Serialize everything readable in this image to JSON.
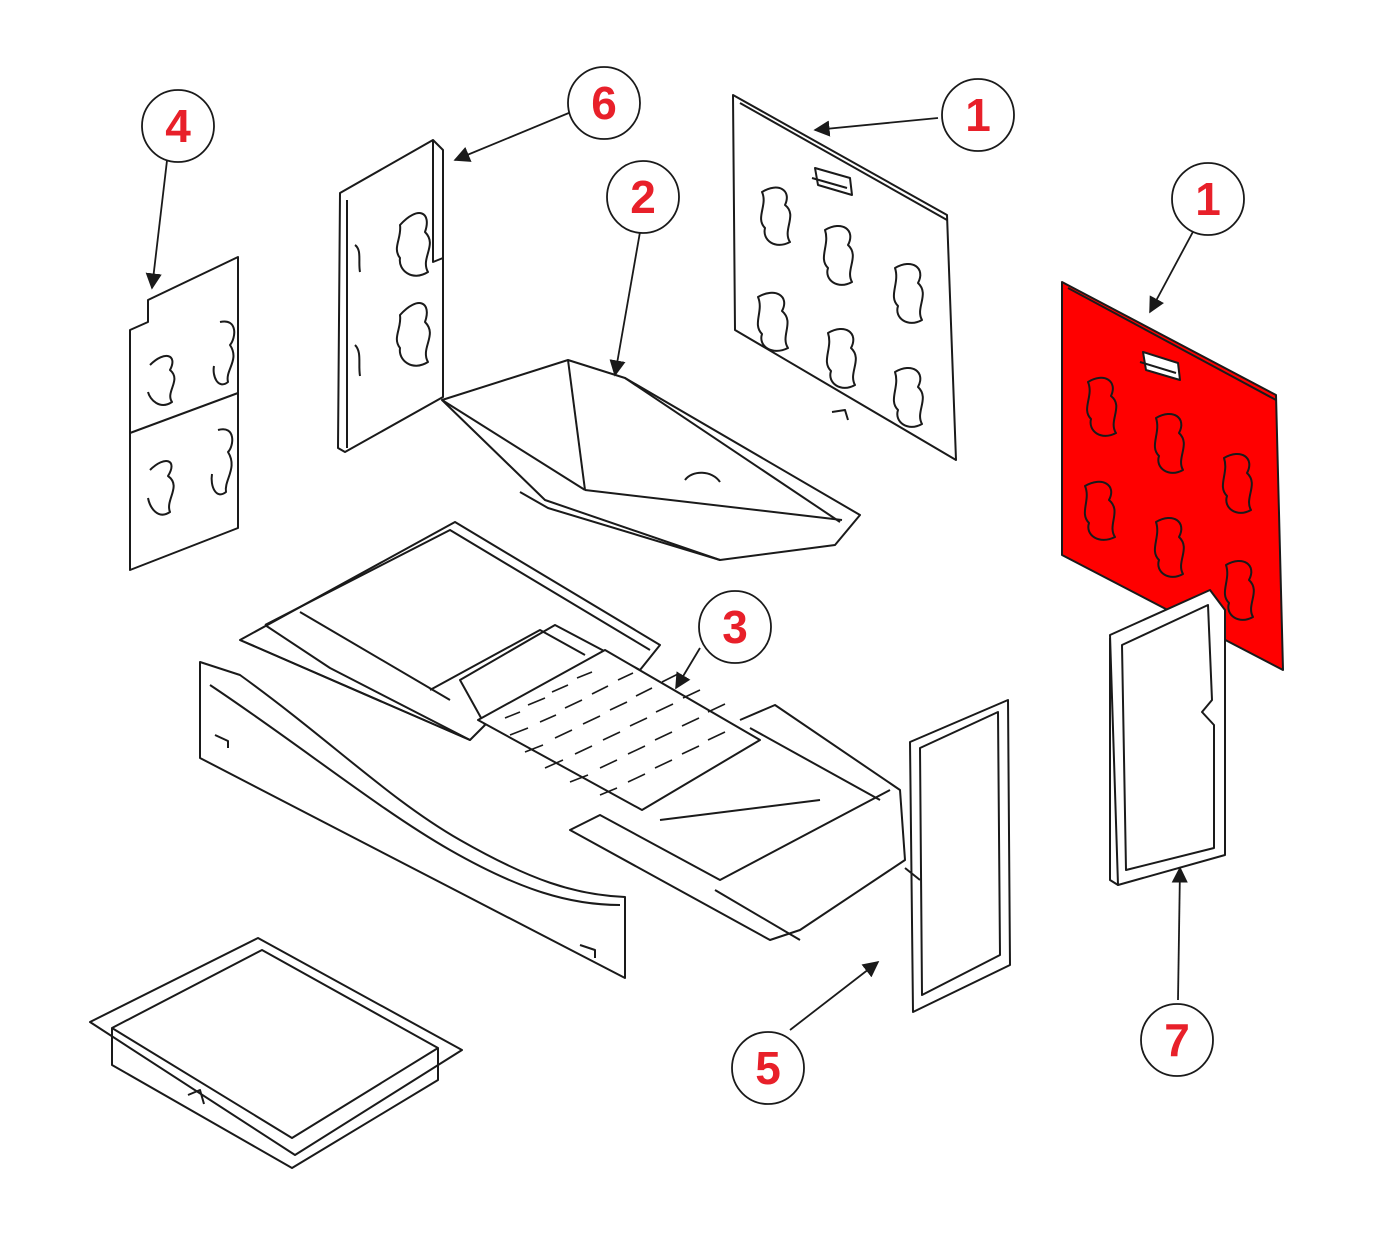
{
  "colors": {
    "line": "#1a1a1a",
    "highlight": "#ff0000",
    "callout_text": "#e8202a",
    "paper": "#ffffff"
  },
  "callouts": [
    {
      "id": "c4",
      "label": "4"
    },
    {
      "id": "c6",
      "label": "6"
    },
    {
      "id": "c1a",
      "label": "1"
    },
    {
      "id": "c2",
      "label": "2"
    },
    {
      "id": "c1b",
      "label": "1"
    },
    {
      "id": "c3",
      "label": "3"
    },
    {
      "id": "c5",
      "label": "5"
    },
    {
      "id": "c7",
      "label": "7"
    }
  ],
  "highlighted_part": "1"
}
